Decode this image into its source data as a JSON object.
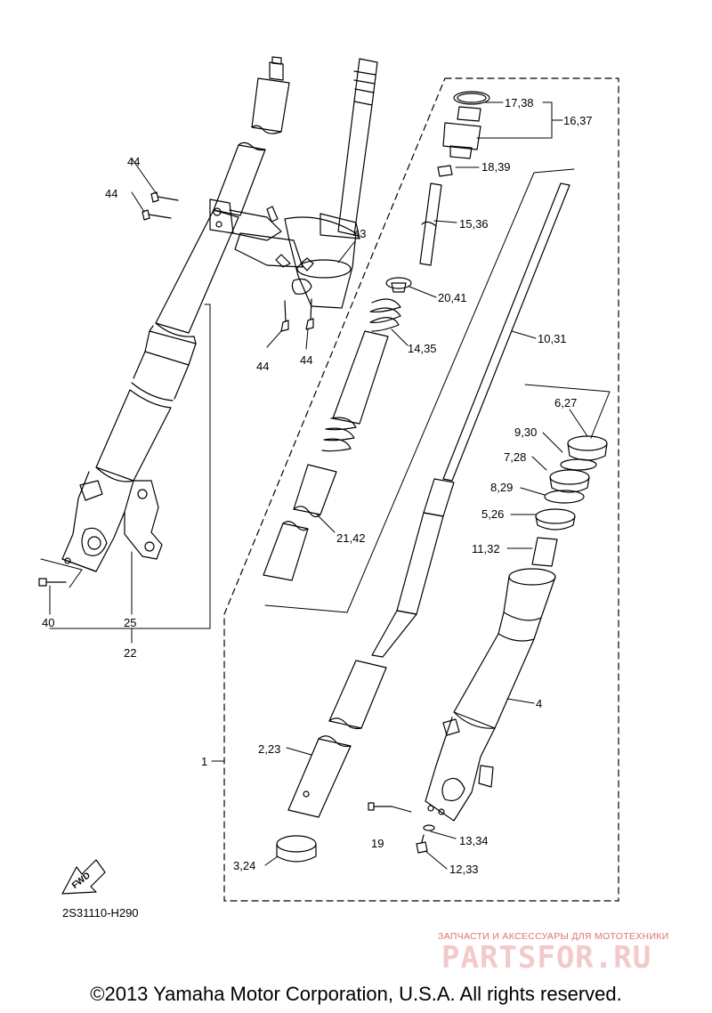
{
  "labels": {
    "l_17_38": "17,38",
    "l_16_37": "16,37",
    "l_18_39": "18,39",
    "l_15_36": "15,36",
    "l_43": "43",
    "l_20_41": "20,41",
    "l_14_35": "14,35",
    "l_10_31": "10,31",
    "l_44a": "44",
    "l_44b": "44",
    "l_44c": "44",
    "l_44d": "44",
    "l_6_27": "6,27",
    "l_9_30": "9,30",
    "l_7_28": "7,28",
    "l_8_29": "8,29",
    "l_5_26": "5,26",
    "l_11_32": "11,32",
    "l_21_42": "21,42",
    "l_40": "40",
    "l_25": "25",
    "l_22": "22",
    "l_4": "4",
    "l_1": "1",
    "l_2_23": "2,23",
    "l_19": "19",
    "l_13_34": "13,34",
    "l_12_33": "12,33",
    "l_3_24": "3,24"
  },
  "fwd_text": "FWD",
  "figure_code": "2S31110-H290",
  "watermark": {
    "tagline": "ЗАПЧАСТИ И АКСЕССУАРЫ ДЛЯ МОТОТЕХНИКИ",
    "logo": "PARTSFOR.RU"
  },
  "copyright": "©2013 Yamaha Motor Corporation, U.S.A. All rights reserved."
}
